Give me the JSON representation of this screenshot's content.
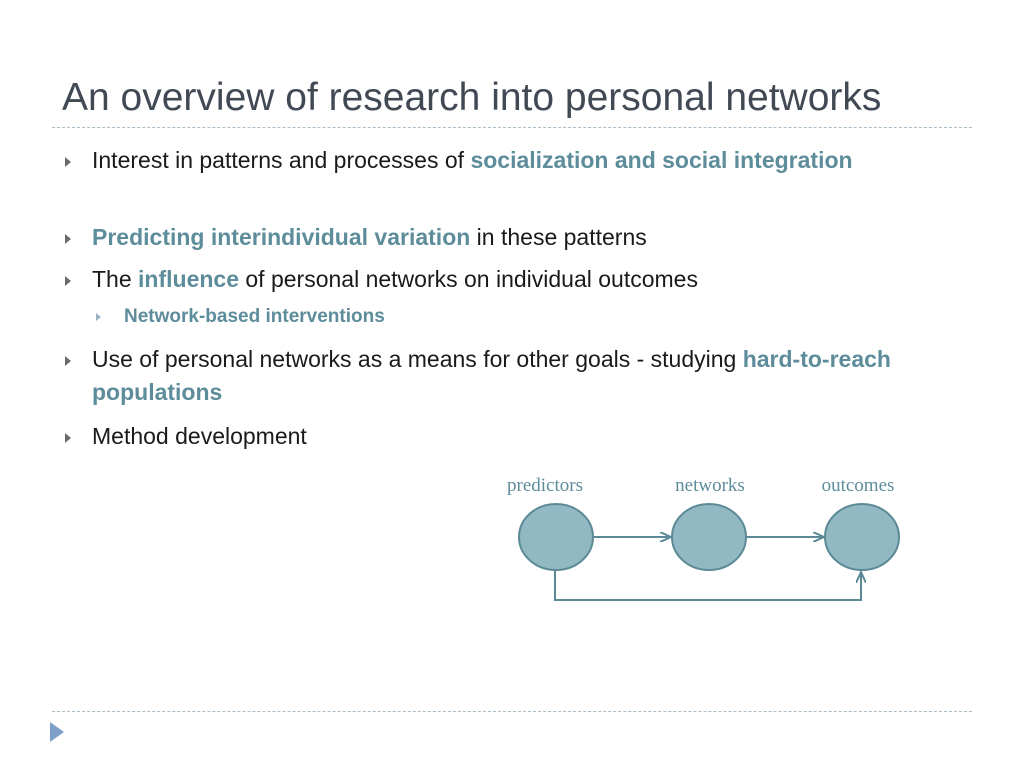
{
  "slide": {
    "title": "An overview of research into personal networks"
  },
  "bullets": [
    {
      "parts": [
        {
          "text": "Interest in patterns and processes of ",
          "hl": false
        },
        {
          "text": "socialization and social integration",
          "hl": true
        }
      ]
    },
    {
      "parts": [
        {
          "text": "Predicting interindividual variation",
          "hl": true
        },
        {
          "text": " in these patterns",
          "hl": false
        }
      ]
    },
    {
      "parts": [
        {
          "text": "The ",
          "hl": false
        },
        {
          "text": "influence",
          "hl": true
        },
        {
          "text": " of personal networks on individual outcomes",
          "hl": false
        }
      ]
    },
    {
      "parts": [
        {
          "text": "Use of personal networks as a means for other goals - studying ",
          "hl": false
        },
        {
          "text": "hard-to-reach populations",
          "hl": true
        }
      ]
    },
    {
      "parts": [
        {
          "text": "Method development",
          "hl": false
        }
      ]
    }
  ],
  "sub_bullet": "Network-based interventions",
  "diagram": {
    "nodes": [
      "predictors",
      "networks",
      "outcomes"
    ],
    "colors": {
      "node_fill": "#92b8c3",
      "node_stroke": "#5b8a96",
      "edge": "#5b8a96"
    }
  },
  "colors": {
    "title": "#404954",
    "highlight": "#5d8c9a",
    "nav_arrow": "#7c9ec9"
  }
}
